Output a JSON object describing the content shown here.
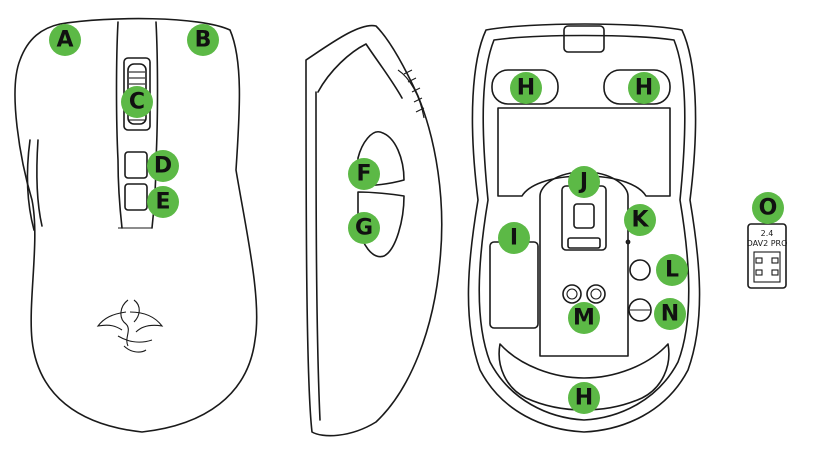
{
  "accent_color": "#5cb946",
  "line_color": "#1a1a1a",
  "markers": [
    {
      "id": "A",
      "label": "A"
    },
    {
      "id": "B",
      "label": "B"
    },
    {
      "id": "C",
      "label": "C"
    },
    {
      "id": "D",
      "label": "D"
    },
    {
      "id": "E",
      "label": "E"
    },
    {
      "id": "F",
      "label": "F"
    },
    {
      "id": "G",
      "label": "G"
    },
    {
      "id": "H1",
      "label": "H"
    },
    {
      "id": "H2",
      "label": "H"
    },
    {
      "id": "H3",
      "label": "H"
    },
    {
      "id": "I",
      "label": "I"
    },
    {
      "id": "J",
      "label": "J"
    },
    {
      "id": "K",
      "label": "K"
    },
    {
      "id": "L",
      "label": "L"
    },
    {
      "id": "M",
      "label": "M"
    },
    {
      "id": "N",
      "label": "N"
    },
    {
      "id": "O",
      "label": "O"
    }
  ],
  "dongle": {
    "line1": "2.4",
    "line2": "DAV2 PRO"
  }
}
